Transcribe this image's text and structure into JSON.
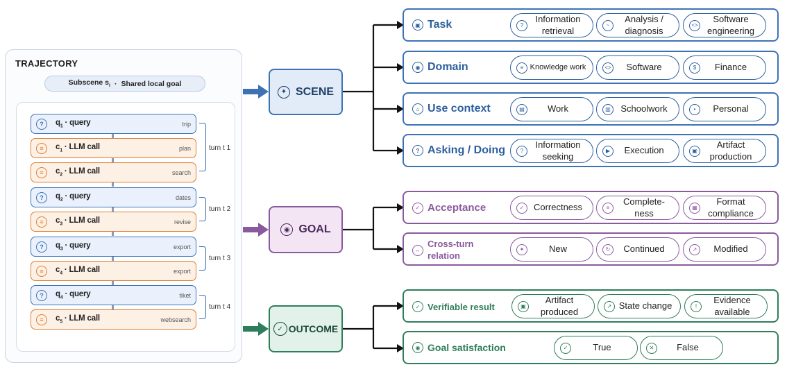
{
  "trajectory": {
    "title": "TRAJECTORY",
    "subscene_label": "Subscene s",
    "subscene_sub": "i",
    "subscene_sep": "·",
    "subscene_goal": "Shared local goal",
    "steps": [
      {
        "kind": "q",
        "label": "q",
        "sub": "1",
        "suffix": " · query",
        "tag": "trip",
        "icon": "question-icon"
      },
      {
        "kind": "c",
        "label": "c",
        "sub": "1",
        "suffix": " · LLM call",
        "tag": "plan",
        "icon": "list-icon"
      },
      {
        "kind": "c",
        "label": "c",
        "sub": "2",
        "suffix": " · LLM call",
        "tag": "search",
        "icon": "list-icon"
      },
      {
        "kind": "q",
        "label": "q",
        "sub": "2",
        "suffix": " · query",
        "tag": "dates",
        "icon": "question-icon"
      },
      {
        "kind": "c",
        "label": "c",
        "sub": "3",
        "suffix": " · LLM call",
        "tag": "revise",
        "icon": "list-icon"
      },
      {
        "kind": "q",
        "label": "q",
        "sub": "3",
        "suffix": " · query",
        "tag": "export",
        "icon": "question-icon"
      },
      {
        "kind": "c",
        "label": "c",
        "sub": "4",
        "suffix": " · LLM call",
        "tag": "export",
        "icon": "list-icon"
      },
      {
        "kind": "q",
        "label": "q",
        "sub": "4",
        "suffix": " · query",
        "tag": "tiket",
        "icon": "question-icon"
      },
      {
        "kind": "c",
        "label": "c",
        "sub": "5",
        "suffix": " · LLM call",
        "tag": "websearch",
        "icon": "list-icon"
      }
    ],
    "turns": [
      "turn t 1",
      "turn t 2",
      "turn t 3",
      "turn t 4"
    ]
  },
  "nodes": {
    "scene": {
      "label": "SCENE",
      "icon": "sparkle-icon",
      "color": "#3d72b5"
    },
    "goal": {
      "label": "GOAL",
      "icon": "target-icon",
      "color": "#8a5a9e"
    },
    "outcome": {
      "label": "OUTCOME",
      "icon": "check-circle-icon",
      "color": "#2e7d5b"
    }
  },
  "scene_categories": [
    {
      "title": "Task",
      "icon": "task-icon",
      "options": [
        {
          "text": "Information retrieval",
          "icon": "question-icon"
        },
        {
          "text": "Analysis / diagnosis",
          "icon": "chart-icon"
        },
        {
          "text": "Software engineering",
          "icon": "code-icon"
        }
      ]
    },
    {
      "title": "Domain",
      "icon": "domain-icon",
      "options": [
        {
          "text": "Knowledge work",
          "icon": "list-icon"
        },
        {
          "text": "Software",
          "icon": "code-icon"
        },
        {
          "text": "Finance",
          "icon": "dollar-icon"
        }
      ]
    },
    {
      "title": "Use context",
      "icon": "home-icon",
      "options": [
        {
          "text": "Work",
          "icon": "briefcase-icon"
        },
        {
          "text": "Schoolwork",
          "icon": "book-icon"
        },
        {
          "text": "Personal",
          "icon": "person-icon"
        }
      ]
    },
    {
      "title": "Asking / Doing",
      "icon": "question-icon",
      "options": [
        {
          "text": "Information seeking",
          "icon": "question-icon"
        },
        {
          "text": "Execution",
          "icon": "play-icon"
        },
        {
          "text": "Artifact production",
          "icon": "box-icon"
        }
      ]
    }
  ],
  "goal_categories": [
    {
      "title": "Acceptance",
      "icon": "check-circle-icon",
      "options": [
        {
          "text": "Correctness",
          "icon": "check-icon"
        },
        {
          "text": "Complete- ness",
          "icon": "list-icon"
        },
        {
          "text": "Format compliance",
          "icon": "grid-icon"
        }
      ]
    },
    {
      "title": "Cross-turn relation",
      "icon": "exchange-icon",
      "options": [
        {
          "text": "New",
          "icon": "sparkle-icon"
        },
        {
          "text": "Continued",
          "icon": "refresh-icon"
        },
        {
          "text": "Modified",
          "icon": "edit-icon"
        }
      ]
    }
  ],
  "outcome_categories": [
    {
      "title": "Verifiable result",
      "icon": "check-circle-icon",
      "options": [
        {
          "text": "Artifact produced",
          "icon": "box-icon"
        },
        {
          "text": "State change",
          "icon": "arrow-icon"
        },
        {
          "text": "Evidence available",
          "icon": "alert-icon"
        }
      ]
    },
    {
      "title": "Goal satisfaction",
      "icon": "target-icon",
      "options": [
        {
          "text": "True",
          "icon": "check-icon"
        },
        {
          "text": "False",
          "icon": "close-icon"
        }
      ]
    }
  ]
}
